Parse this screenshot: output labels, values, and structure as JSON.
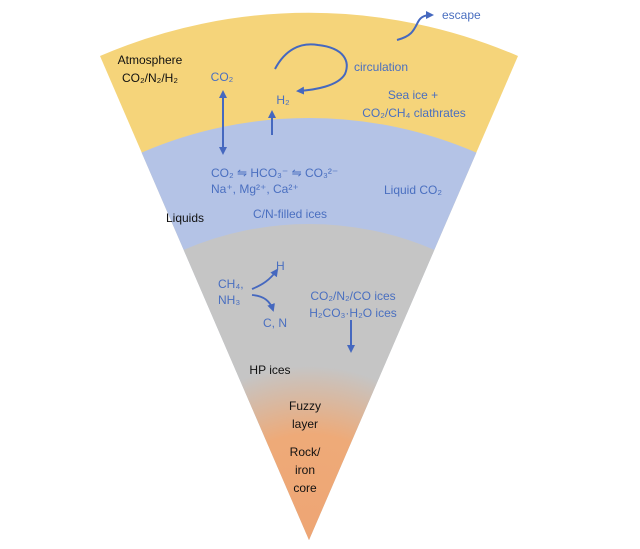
{
  "colors": {
    "atmosphere": "#f5d47a",
    "liquids": "#b4c3e6",
    "hp_ices": "#c5c5c5",
    "core": "#eeaa78",
    "arrow": "#4568bf"
  },
  "labels": {
    "atmosphere": "Atmosphere",
    "atmosphere_comp": "CO₂/N₂/H₂",
    "co2_top": "CO₂",
    "h2": "H₂",
    "circulation": "circulation",
    "escape": "escape",
    "sea_ice": "Sea ice +",
    "clathrates": "CO₂/CH₄ clathrates",
    "carbonate_eq": "CO₂ ⇋ HCO₃⁻ ⇋ CO₃²⁻",
    "cations": "Na⁺, Mg²⁺, Ca²⁺",
    "liquid_co2": "Liquid CO₂",
    "liquids": "Liquids",
    "filled_ices": "C/N-filled ices",
    "ch4": "CH₄,",
    "nh3": "NH₃",
    "h": "H",
    "cn": "C, N",
    "ices1": "CO₂/N₂/CO ices",
    "ices2": "H₂CO₃·H₂O ices",
    "hp_ices": "HP ices",
    "fuzzy": "Fuzzy",
    "layer": "layer",
    "rock": "Rock/",
    "iron": "iron",
    "core": "core"
  }
}
